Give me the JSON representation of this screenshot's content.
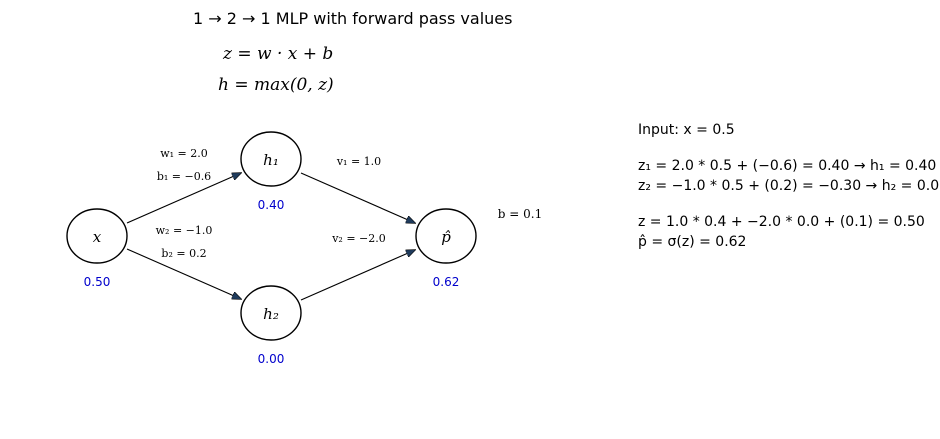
{
  "title": "1 → 2 → 1 MLP with forward pass values",
  "equations": {
    "z_def": "z = w · x + b",
    "h_def": "h = max(0, z)"
  },
  "nodes": [
    {
      "id": "x",
      "label": "x",
      "value": "0.50"
    },
    {
      "id": "h1",
      "label": "h₁",
      "value": "0.40"
    },
    {
      "id": "h2",
      "label": "h₂",
      "value": "0.00"
    },
    {
      "id": "p",
      "label": "p̂",
      "value": "0.62"
    }
  ],
  "edge_labels": {
    "w1": "w₁ = 2.0",
    "b1": "b₁ = −0.6",
    "w2": "w₂ = −1.0",
    "b2": "b₂ = 0.2",
    "v1": "v₁ = 1.0",
    "v2": "v₂ = −2.0",
    "b_out": "b = 0.1"
  },
  "computation": {
    "input": "Input: x = 0.5",
    "z1": "z₁ = 2.0 * 0.5 + (−0.6) = 0.40 → h₁ = 0.40",
    "z2": "z₂ = −1.0 * 0.5 + (0.2) = −0.30 → h₂ = 0.00",
    "z": "z = 1.0 * 0.4 + −2.0 * 0.0 + (0.1) = 0.50",
    "p": "p̂ = σ(z) = 0.62"
  }
}
